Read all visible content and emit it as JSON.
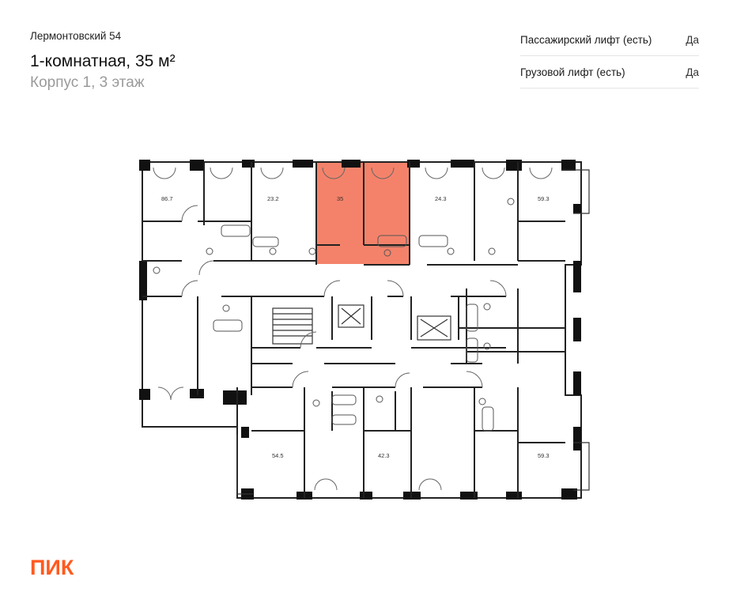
{
  "header": {
    "project": "Лермонтовский 54",
    "flat_title": "1-комнатная, 35 м²",
    "flat_subtitle": "Корпус 1, 3 этаж"
  },
  "properties": [
    {
      "label": "Пассажирский лифт (есть)",
      "value": "Да"
    },
    {
      "label": "Грузовой лифт (есть)",
      "value": "Да"
    }
  ],
  "floorplan": {
    "highlight_color": "#f4826a",
    "apartment_areas": {
      "a1": "86.7",
      "a2": "23.2",
      "a3": "35",
      "a4": "24.3",
      "a5": "59.3",
      "a6": "54.5",
      "a7": "42.3",
      "a8": "59.3"
    }
  },
  "brand": {
    "logo_text": "ПИК",
    "color": "#ff5a1f"
  }
}
